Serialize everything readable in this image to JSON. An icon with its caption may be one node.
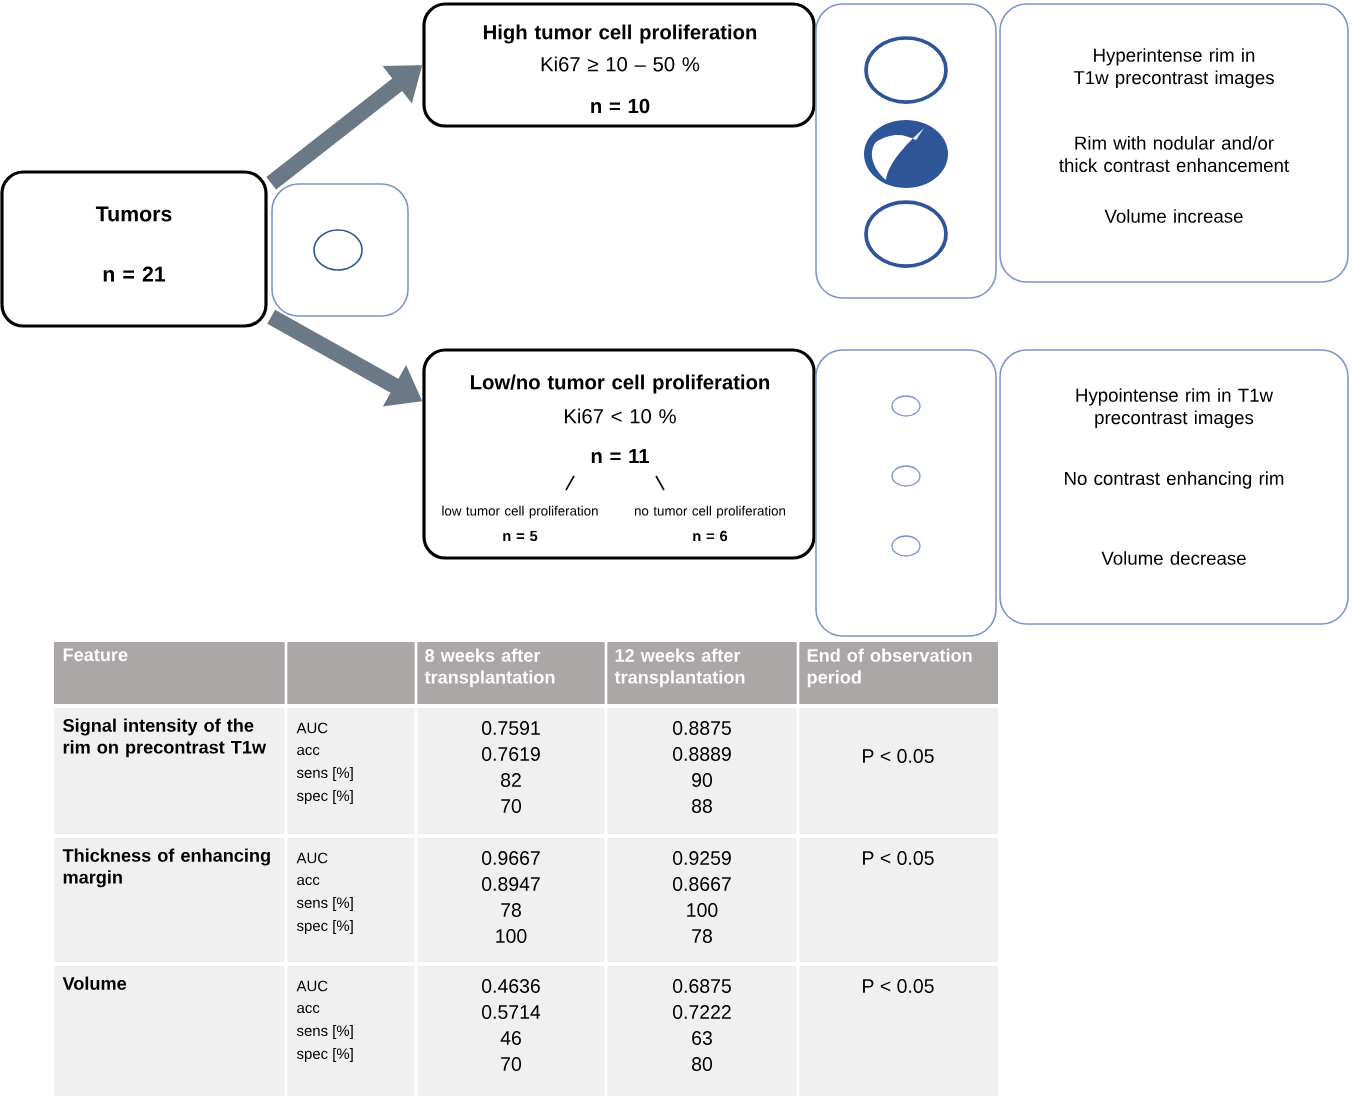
{
  "diagram": {
    "nodes": [
      {
        "text": [
          "Tumors",
          "n = 21"
        ]
      },
      {
        "text": [],
        "shape": "box"
      },
      {
        "text": [
          "High tumor cell proliferation",
          "Ki67 ≥ 10 – 50 %",
          "n = 10"
        ]
      },
      {
        "text": [],
        "shape": "box"
      },
      {
        "text": [
          "Hyperintense rim in T1w precontrast images",
          "Rim with nodular and/or thick contrast enhancement",
          "Volume increase"
        ]
      },
      {
        "text": [
          "Low/no tumor cell proliferation",
          "Ki67 < 10 %",
          "n = 11",
          "low tumor cell proliferation",
          "n = 5",
          "no tumor cell proliferation",
          "n = 6"
        ]
      },
      {
        "text": [],
        "shape": "box"
      },
      {
        "text": [
          "Hypointense rim in T1w precontrast images",
          "No contrast enhancing rim",
          "Volume decrease"
        ]
      }
    ],
    "edges": [
      {
        "from": 1,
        "to": 2,
        "arrow": "to"
      },
      {
        "from": 1,
        "to": 5,
        "arrow": "to"
      }
    ],
    "labels": [
      "Feature",
      "8 weeks after transplantation",
      "12 weeks after transplantation",
      "End of observation period",
      "Signal intensity of the rim on precontrast T1w",
      "AUC",
      "acc",
      "sens [%]",
      "spec [%]",
      "0.7591",
      "0.7619",
      "82",
      "70",
      "0.8875",
      "0.8889",
      "90",
      "88",
      "P < 0.05",
      "Thickness of enhancing margin",
      "AUC",
      "acc",
      "sens [%]",
      "spec [%]",
      "0.9667",
      "0.8947",
      "78",
      "100",
      "0.9259",
      "0.8667",
      "100",
      "78",
      "P < 0.05",
      "Volume",
      "AUC",
      "acc",
      "sens [%]",
      "spec [%]",
      "0.4636",
      "0.5714",
      "46",
      "70",
      "0.6875",
      "0.7222",
      "63",
      "80",
      "P < 0.05"
    ]
  }
}
